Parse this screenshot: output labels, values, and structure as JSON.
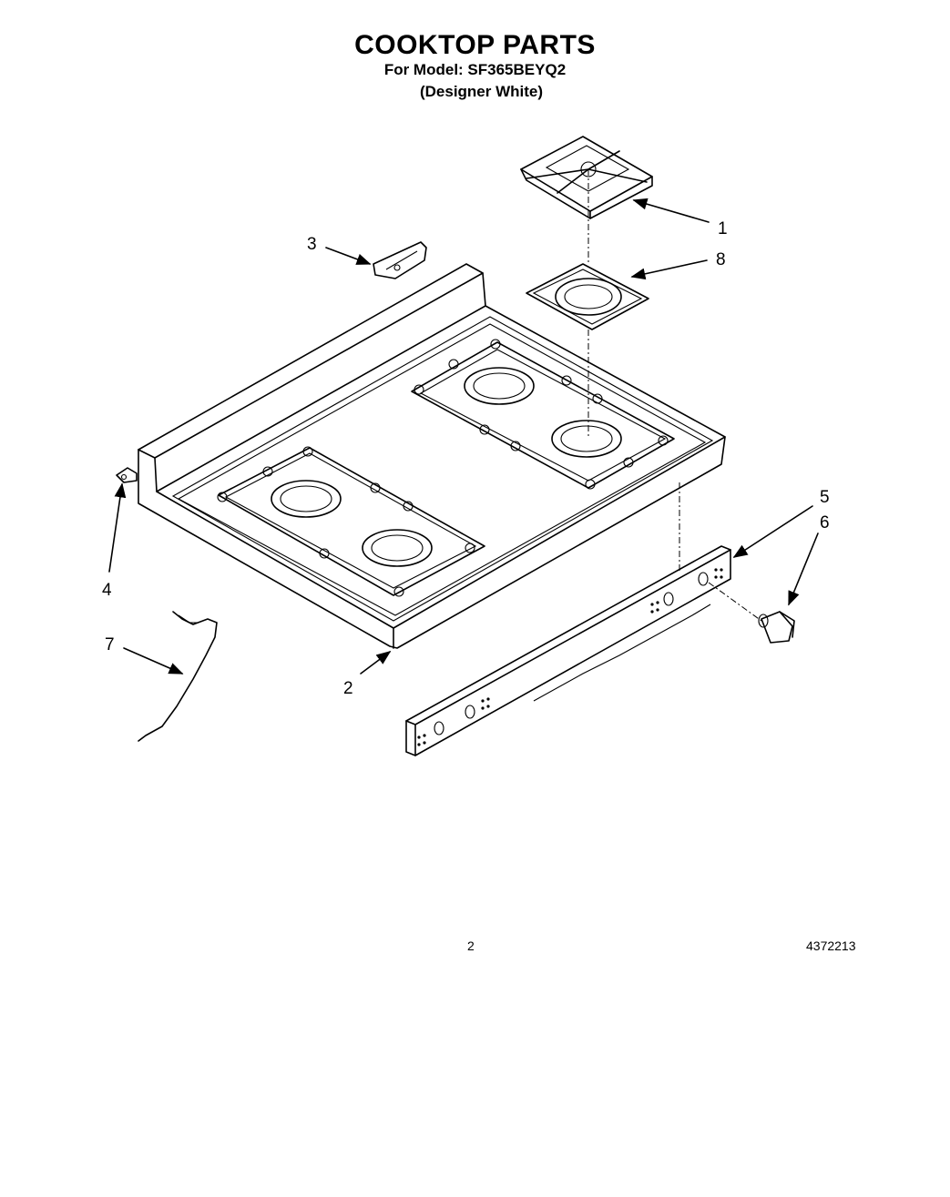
{
  "header": {
    "title": "COOKTOP PARTS",
    "model_line": "For Model: SF365BEYQ2",
    "color_line": "(Designer White)"
  },
  "callouts": {
    "c1": "1",
    "c2": "2",
    "c3": "3",
    "c4": "4",
    "c5": "5",
    "c6": "6",
    "c7": "7",
    "c8": "8"
  },
  "footer": {
    "page_number": "2",
    "document_number": "4372213"
  }
}
